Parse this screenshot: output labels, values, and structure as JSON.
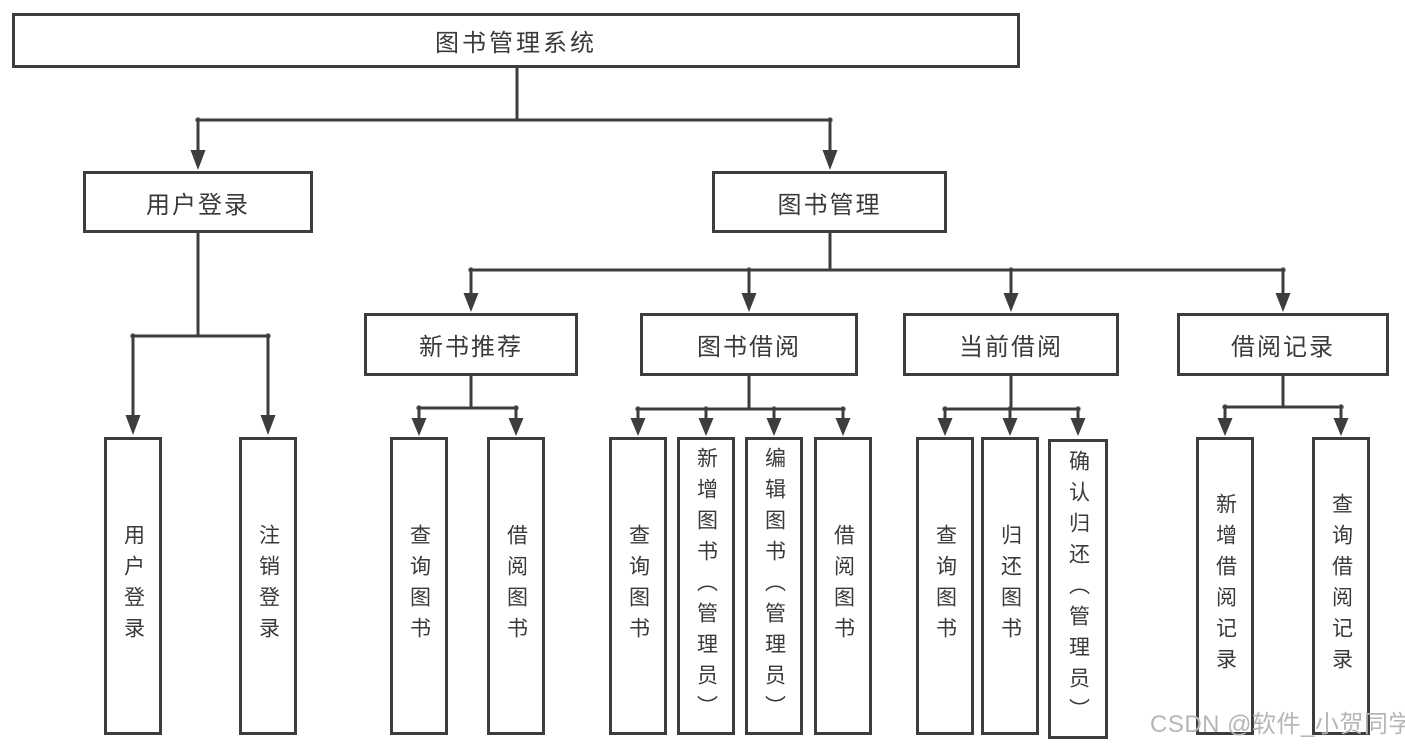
{
  "diagram": {
    "title": "图书管理系统",
    "nodes": {
      "root": {
        "label": "图书管理系统",
        "children": [
          "用户登录",
          "图书管理"
        ]
      },
      "user_login": {
        "label": "用户登录",
        "children": [
          "用户登录",
          "注销登录"
        ]
      },
      "book_mgmt": {
        "label": "图书管理",
        "children": [
          "新书推荐",
          "图书借阅",
          "当前借阅",
          "借阅记录"
        ]
      },
      "new_book_rec": {
        "label": "新书推荐",
        "children": [
          "查询图书",
          "借阅图书"
        ]
      },
      "book_borrow": {
        "label": "图书借阅",
        "children": [
          "查询图书",
          "新增图书（管理员）",
          "编辑图书（管理员）",
          "借阅图书"
        ]
      },
      "current_borrow": {
        "label": "当前借阅",
        "children": [
          "查询图书",
          "归还图书",
          "确认归还（管理员）"
        ]
      },
      "borrow_records": {
        "label": "借阅记录",
        "children": [
          "新增借阅记录",
          "查询借阅记录"
        ]
      }
    },
    "leaves": [
      {
        "label": "用户登录",
        "parent": "用户登录"
      },
      {
        "label": "注销登录",
        "parent": "用户登录"
      },
      {
        "label": "查询图书",
        "parent": "新书推荐"
      },
      {
        "label": "借阅图书",
        "parent": "新书推荐"
      },
      {
        "label": "查询图书",
        "parent": "图书借阅"
      },
      {
        "label": "新增图书（管理员）",
        "parent": "图书借阅"
      },
      {
        "label": "编辑图书（管理员）",
        "parent": "图书借阅"
      },
      {
        "label": "借阅图书",
        "parent": "图书借阅"
      },
      {
        "label": "查询图书",
        "parent": "当前借阅"
      },
      {
        "label": "归还图书",
        "parent": "当前借阅"
      },
      {
        "label": "确认归还（管理员）",
        "parent": "当前借阅"
      },
      {
        "label": "新增借阅记录",
        "parent": "借阅记录"
      },
      {
        "label": "查询借阅记录",
        "parent": "借阅记录"
      }
    ],
    "colors": {
      "line": "#3d3d3d",
      "text": "#3a3a3a",
      "box_background": "#ffffff",
      "page_background": "#ffffff",
      "watermark": "#b6b6b6"
    }
  },
  "watermark": {
    "text": "CSDN @软件_小贺同学"
  }
}
